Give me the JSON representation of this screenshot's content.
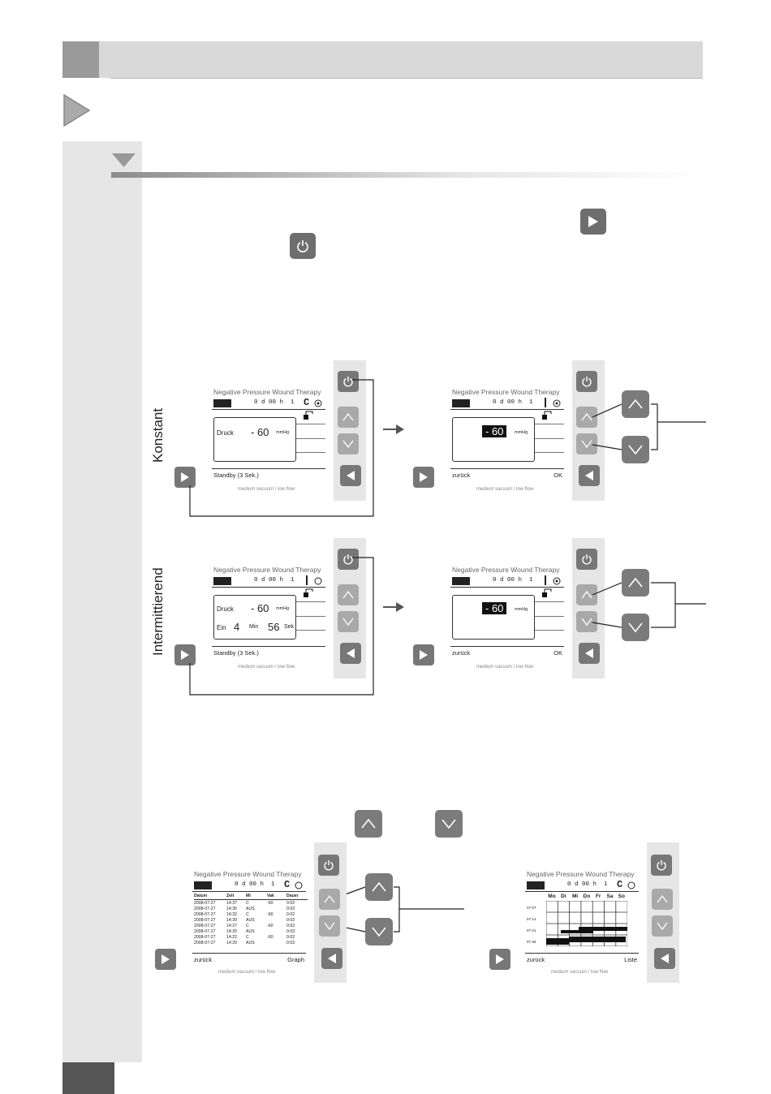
{
  "sections": {
    "konstant": "Konstant",
    "intermittierend": "Intermittierend"
  },
  "display": {
    "title": "Negative Pressure Wound Therapy",
    "time": "0 d  00 h",
    "index": "1",
    "druck_label": "Druck",
    "druck_value": "- 60",
    "unit": "mmHg",
    "standby": "Standby (3 Sek.)",
    "mode": "medium vacuum / low flow",
    "back": "zurück",
    "ok": "OK",
    "ein": "Ein",
    "ein_value": "4",
    "min": "Min",
    "sek_value": "56",
    "sek": "Sek",
    "graph": "Graph",
    "liste": "Liste"
  },
  "log_table": {
    "headers": [
      "Datum",
      "Zeit",
      "MI",
      "Vak",
      "Dauer"
    ],
    "rows": [
      [
        "2008-07-27",
        "14:37",
        "C",
        "-60",
        "0:02"
      ],
      [
        "2008-07-27",
        "14:35",
        "AUS",
        "",
        "0:03"
      ],
      [
        "2008-07-27",
        "14:32",
        "C",
        "-60",
        "0:02"
      ],
      [
        "2008-07-27",
        "14:30",
        "AUS",
        "",
        "0:03"
      ],
      [
        "2008-07-27",
        "14:27",
        "C",
        "-60",
        "0:02"
      ],
      [
        "2008-07-27",
        "14:25",
        "AUS",
        "",
        "0:03"
      ],
      [
        "2008-07-27",
        "14:22",
        "C",
        "-60",
        "0:02"
      ],
      [
        "2008-07-27",
        "14:20",
        "AUS",
        "",
        "0:03"
      ]
    ]
  },
  "week_chart": {
    "days": [
      "Mo",
      "Di",
      "Mi",
      "Do",
      "Fr",
      "Sa",
      "So"
    ],
    "weeks": [
      "07-07",
      "07-14",
      "07-21",
      "07-28"
    ]
  },
  "icons": {
    "power": "power-icon",
    "play": "play-icon",
    "back": "back-icon",
    "up": "chevron-up-icon",
    "down": "chevron-down-icon"
  }
}
